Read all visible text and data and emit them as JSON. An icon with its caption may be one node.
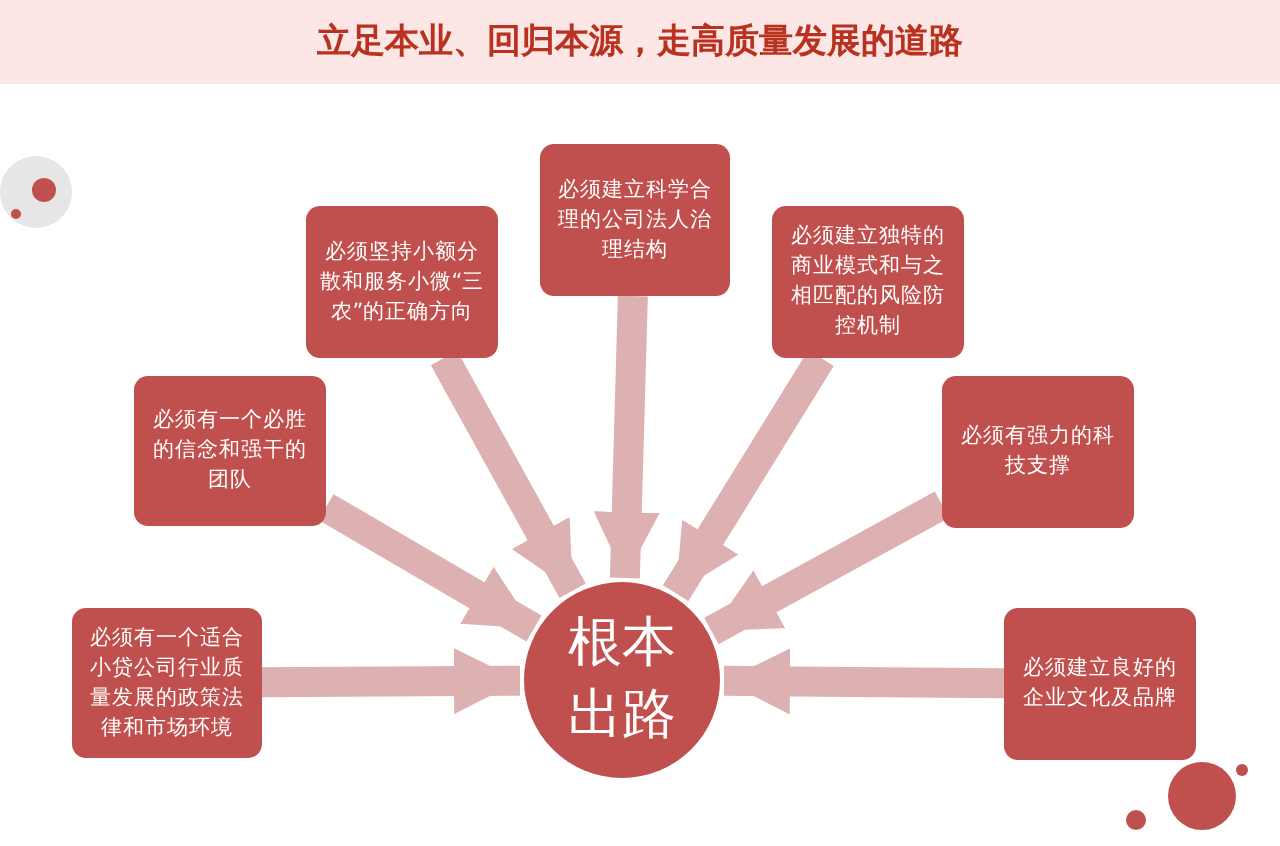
{
  "diagram": {
    "title": "立足本业、回归本源，走高质量发展的道路",
    "nodes": [
      {
        "text": [
          "必须有一个适合小贷公司行业质量发展的政策法律和市场环境"
        ]
      },
      {
        "text": [
          "必须有一个必胜的信念和强干的团队"
        ]
      },
      {
        "text": [
          "必须坚持小额分散和服务小微“三农”的正确方向"
        ]
      },
      {
        "text": [
          "必须建立科学合理的公司法人治理结构"
        ]
      },
      {
        "text": [
          "必须建立独特的商业模式和与之相匹配的风险防控机制"
        ]
      },
      {
        "text": [
          "必须有强力的科技支撑"
        ]
      },
      {
        "text": [
          "必须建立良好的企业文化及品牌"
        ]
      },
      {
        "text": [
          "根本出路"
        ]
      }
    ],
    "edges": [
      {
        "from": 0,
        "to": 7,
        "arrow": "to"
      },
      {
        "from": 1,
        "to": 7,
        "arrow": "to"
      },
      {
        "from": 2,
        "to": 7,
        "arrow": "to"
      },
      {
        "from": 3,
        "to": 7,
        "arrow": "to"
      },
      {
        "from": 4,
        "to": 7,
        "arrow": "to"
      },
      {
        "from": 5,
        "to": 7,
        "arrow": "to"
      },
      {
        "from": 6,
        "to": 7,
        "arrow": "to"
      }
    ]
  }
}
